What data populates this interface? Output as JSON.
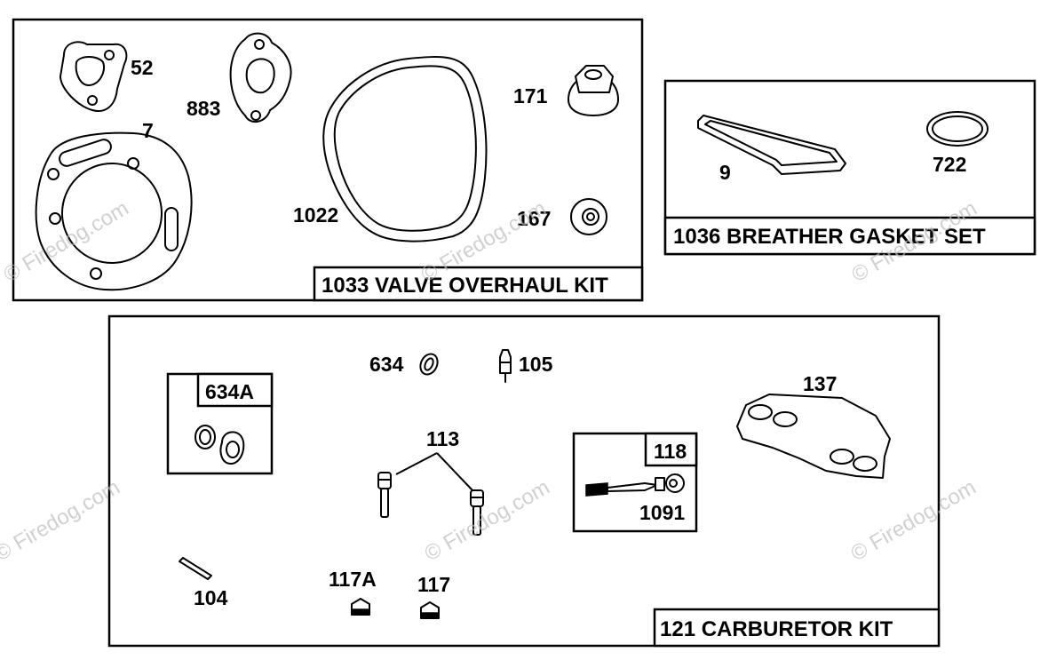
{
  "kits": {
    "valve_overhaul": "1033 VALVE OVERHAUL KIT",
    "breather_gasket": "1036 BREATHER GASKET SET",
    "carburetor": "121 CARBURETOR KIT"
  },
  "sub_kits": {
    "k634A": "634A",
    "k118": "118"
  },
  "callouts": {
    "p52": "52",
    "p883": "883",
    "p7": "7",
    "p1022": "1022",
    "p171": "171",
    "p167": "167",
    "p9": "9",
    "p722": "722",
    "p634": "634",
    "p105": "105",
    "p137": "137",
    "p113": "113",
    "p1091": "1091",
    "p104": "104",
    "p117A": "117A",
    "p117": "117"
  },
  "watermark": "© Firedog.com"
}
